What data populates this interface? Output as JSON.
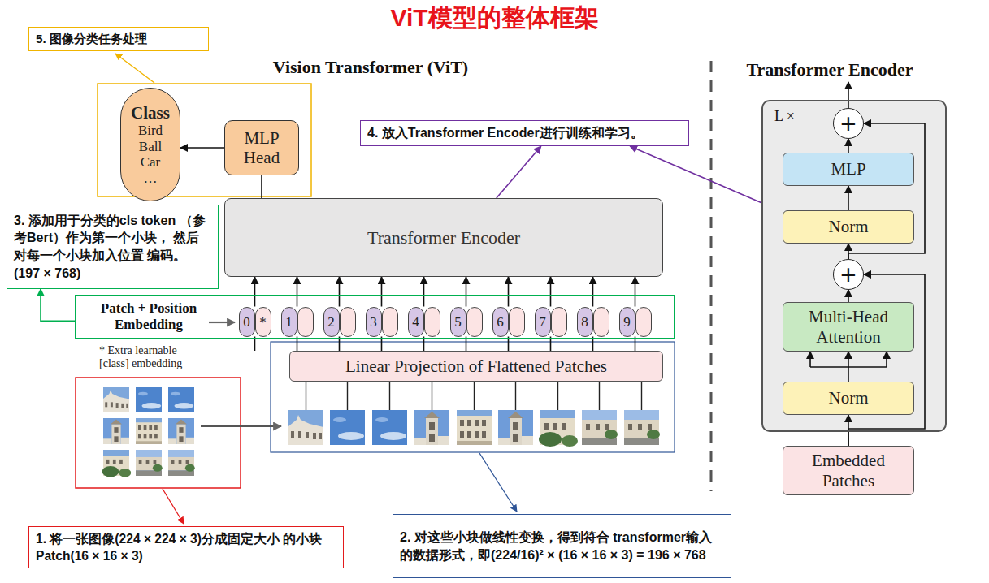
{
  "diagram": {
    "title": "ViT模型的整体框架",
    "nodes": [
      {
        "text": [
          "5. 图像分类任务处理"
        ]
      },
      {
        "text": [
          "Class",
          "Bird Ball Car …"
        ]
      },
      {
        "text": [
          "MLP Head"
        ]
      },
      {
        "text": [
          "4. 放入Transformer Encoder进行训练和学习。"
        ]
      },
      {
        "text": [
          "Transformer Encoder"
        ]
      },
      {
        "text": [
          "3. 添加用于分类的cls token （参考Bert）作为第一个小块， 然后对每一个小块加入位置 编码。(197 × 768)"
        ]
      },
      {
        "text": [
          "Patch + Position Embedding"
        ]
      },
      {
        "text": [
          "0",
          "*"
        ],
        "in": 6
      },
      {
        "text": [
          "1"
        ],
        "in": 6
      },
      {
        "text": [
          "2"
        ],
        "in": 6
      },
      {
        "text": [
          "3"
        ],
        "in": 6
      },
      {
        "text": [
          "4"
        ],
        "in": 6
      },
      {
        "text": [
          "5"
        ],
        "in": 6
      },
      {
        "text": [
          "6"
        ],
        "in": 6
      },
      {
        "text": [
          "7"
        ],
        "in": 6
      },
      {
        "text": [
          "8"
        ],
        "in": 6
      },
      {
        "text": [
          "9"
        ],
        "in": 6
      },
      {
        "text": [
          "Linear Projection of Flattened Patches"
        ]
      },
      {
        "text": [
          "1. 将一张图像(224 × 224 × 3)分成固定大小 的小块Patch(16 × 16 × 3)"
        ]
      },
      {
        "text": [
          "2. 对这些小块做线性变换，得到符合 transformer输入的数据形式，即(224/16)² × (16 × 16 × 3) = 196 × 768"
        ]
      },
      {
        "text": [
          "Transformer Encoder",
          "L ×"
        ]
      },
      {
        "text": [
          "+"
        ],
        "in": 20
      },
      {
        "text": [
          "MLP"
        ],
        "in": 20
      },
      {
        "text": [
          "Norm"
        ],
        "in": 20
      },
      {
        "text": [
          "+"
        ],
        "in": 20
      },
      {
        "text": [
          "Multi-Head Attention"
        ],
        "in": 20
      },
      {
        "text": [
          "Norm"
        ],
        "in": 20
      },
      {
        "text": [
          "Embedded Patches"
        ]
      }
    ],
    "edges": [
      {
        "from": 2,
        "to": 1,
        "arrow": "to"
      },
      {
        "from": 4,
        "to": 2,
        "arrow": "none"
      },
      {
        "from": 4,
        "to": 3,
        "arrow": "to"
      },
      {
        "from": 20,
        "to": 3,
        "arrow": "to"
      },
      {
        "from": 6,
        "to": 5,
        "arrow": "to"
      },
      {
        "from": 7,
        "to": 4,
        "arrow": "to"
      },
      {
        "from": 8,
        "to": 4,
        "arrow": "to"
      },
      {
        "from": 9,
        "to": 4,
        "arrow": "to"
      },
      {
        "from": 10,
        "to": 4,
        "arrow": "to"
      },
      {
        "from": 11,
        "to": 4,
        "arrow": "to"
      },
      {
        "from": 12,
        "to": 4,
        "arrow": "to"
      },
      {
        "from": 13,
        "to": 4,
        "arrow": "to"
      },
      {
        "from": 14,
        "to": 4,
        "arrow": "to"
      },
      {
        "from": 15,
        "to": 4,
        "arrow": "to"
      },
      {
        "from": 16,
        "to": 4,
        "arrow": "to"
      },
      {
        "from": 17,
        "to": 7,
        "arrow": "none"
      },
      {
        "from": 17,
        "to": 8,
        "arrow": "none"
      },
      {
        "from": 17,
        "to": 9,
        "arrow": "none"
      },
      {
        "from": 17,
        "to": 10,
        "arrow": "none"
      },
      {
        "from": 17,
        "to": 11,
        "arrow": "none"
      },
      {
        "from": 17,
        "to": 12,
        "arrow": "none"
      },
      {
        "from": 17,
        "to": 13,
        "arrow": "none"
      },
      {
        "from": 17,
        "to": 14,
        "arrow": "none"
      },
      {
        "from": 17,
        "to": 15,
        "arrow": "none"
      },
      {
        "from": 17,
        "to": 16,
        "arrow": "none"
      },
      {
        "from": 27,
        "to": 26,
        "arrow": "to"
      },
      {
        "from": 27,
        "to": 24,
        "arrow": "to"
      },
      {
        "from": 26,
        "to": 25,
        "arrow": "to"
      },
      {
        "from": 25,
        "to": 24,
        "arrow": "to"
      },
      {
        "from": 24,
        "to": 23,
        "arrow": "to"
      },
      {
        "from": 24,
        "to": 21,
        "arrow": "to"
      },
      {
        "from": 23,
        "to": 22,
        "arrow": "to"
      },
      {
        "from": 22,
        "to": 21,
        "arrow": "to"
      }
    ],
    "labels": [
      "Vision Transformer (ViT)",
      "* Extra learnable [class] embedding"
    ]
  }
}
